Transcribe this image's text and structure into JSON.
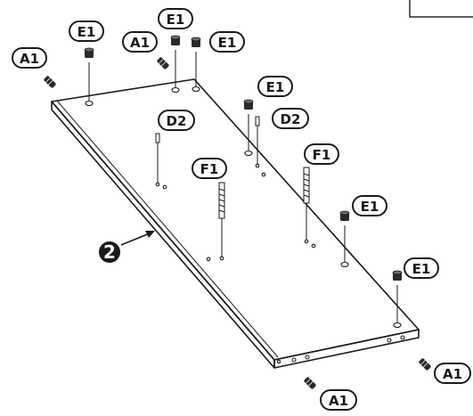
{
  "step_number": "2",
  "labels": {
    "a1_top_left": "A1",
    "a1_top_mid": "A1",
    "e1_top_left": "E1",
    "e1_top_mid": "E1",
    "e1_top_right": "E1",
    "e1_mid": "E1",
    "d2_left": "D2",
    "d2_right": "D2",
    "f1_left": "F1",
    "f1_right": "F1",
    "e1_right_upper": "E1",
    "e1_right_lower": "E1",
    "a1_bottom_right": "A1",
    "a1_bottom": "A1"
  }
}
